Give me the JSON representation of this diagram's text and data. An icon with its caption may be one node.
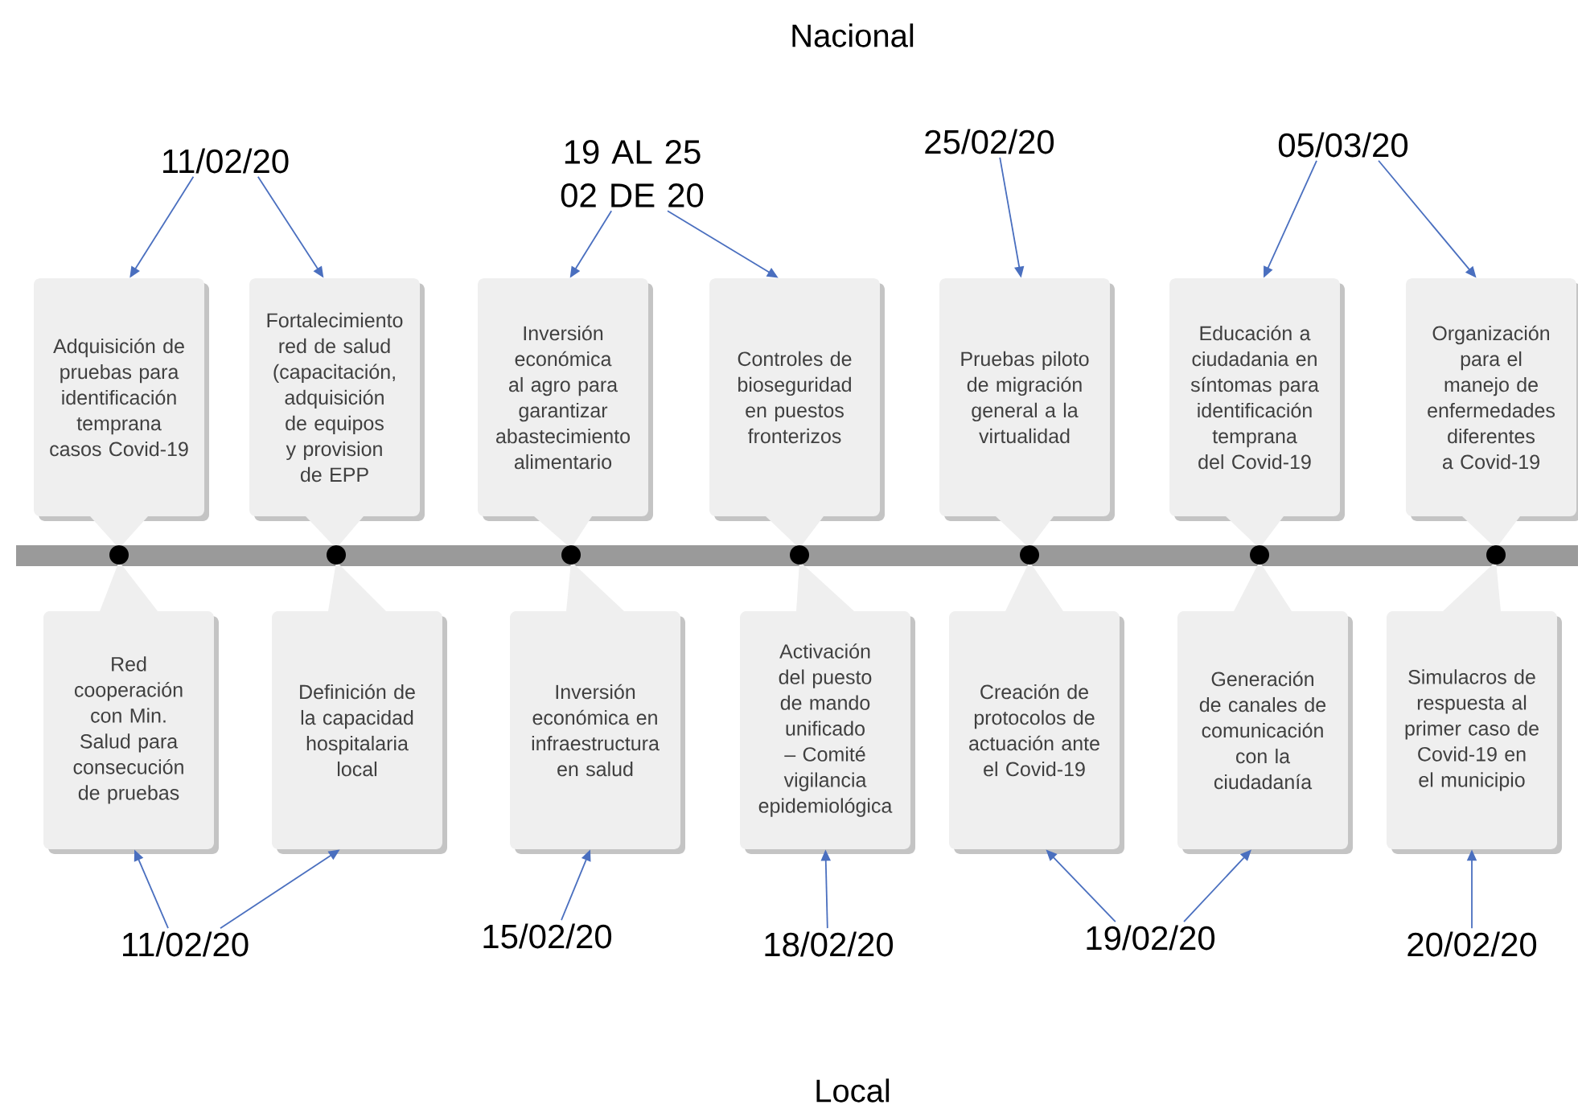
{
  "diagram": {
    "nodes": [
      {
        "text": [
          "11/02/20"
        ]
      },
      {
        "text": [
          "19 AL 25 02 DE 20"
        ]
      },
      {
        "text": [
          "25/02/20"
        ]
      },
      {
        "text": [
          "05/03/20"
        ]
      },
      {
        "text": [
          "Adquisición de pruebas para identificación temprana casos Covid-19"
        ]
      },
      {
        "text": [
          "Fortalecimiento red de salud (capacitación, adquisición de equipos y provision de EPP"
        ]
      },
      {
        "text": [
          "Inversión económica al agro para garantizar abastecimiento alimentario"
        ]
      },
      {
        "text": [
          "Controles de bioseguridad en puestos fronterizos"
        ]
      },
      {
        "text": [
          "Pruebas piloto de migración general a la virtualidad"
        ]
      },
      {
        "text": [
          "Educación a ciudadania en síntomas para identificación temprana del Covid-19"
        ]
      },
      {
        "text": [
          "Organización para el manejo de enfermedades diferentes a Covid-19"
        ]
      },
      {
        "text": [
          "Red cooperación con Min. Salud para consecución de pruebas"
        ]
      },
      {
        "text": [
          "Definición de la capacidad hospitalaria local"
        ]
      },
      {
        "text": [
          "Inversión económica en infraestructura en salud"
        ]
      },
      {
        "text": [
          "Activación del puesto de mando unificado – Comité vigilancia epidemiológica"
        ]
      },
      {
        "text": [
          "Creación de protocolos de actuación ante el Covid-19"
        ]
      },
      {
        "text": [
          "Generación de canales de comunicación con la ciudadanía"
        ]
      },
      {
        "text": [
          "Simulacros de respuesta al primer caso de Covid-19 en el municipio"
        ]
      },
      {
        "text": [
          "11/02/20"
        ]
      },
      {
        "text": [
          "15/02/20"
        ]
      },
      {
        "text": [
          "18/02/20"
        ]
      },
      {
        "text": [
          "19/02/20"
        ]
      },
      {
        "text": [
          "20/02/20"
        ]
      }
    ],
    "edges": [
      {
        "from": 0,
        "to": 4,
        "arrow": "to"
      },
      {
        "from": 0,
        "to": 5,
        "arrow": "to"
      },
      {
        "from": 1,
        "to": 6,
        "arrow": "to"
      },
      {
        "from": 1,
        "to": 7,
        "arrow": "to"
      },
      {
        "from": 2,
        "to": 8,
        "arrow": "to"
      },
      {
        "from": 3,
        "to": 9,
        "arrow": "to"
      },
      {
        "from": 3,
        "to": 10,
        "arrow": "to"
      },
      {
        "from": 18,
        "to": 11,
        "arrow": "to"
      },
      {
        "from": 18,
        "to": 12,
        "arrow": "to"
      },
      {
        "from": 19,
        "to": 13,
        "arrow": "to"
      },
      {
        "from": 20,
        "to": 14,
        "arrow": "to"
      },
      {
        "from": 21,
        "to": 15,
        "arrow": "to"
      },
      {
        "from": 21,
        "to": 16,
        "arrow": "to"
      },
      {
        "from": 22,
        "to": 17,
        "arrow": "to"
      }
    ],
    "labels": [
      "Nacional",
      "Local"
    ]
  }
}
